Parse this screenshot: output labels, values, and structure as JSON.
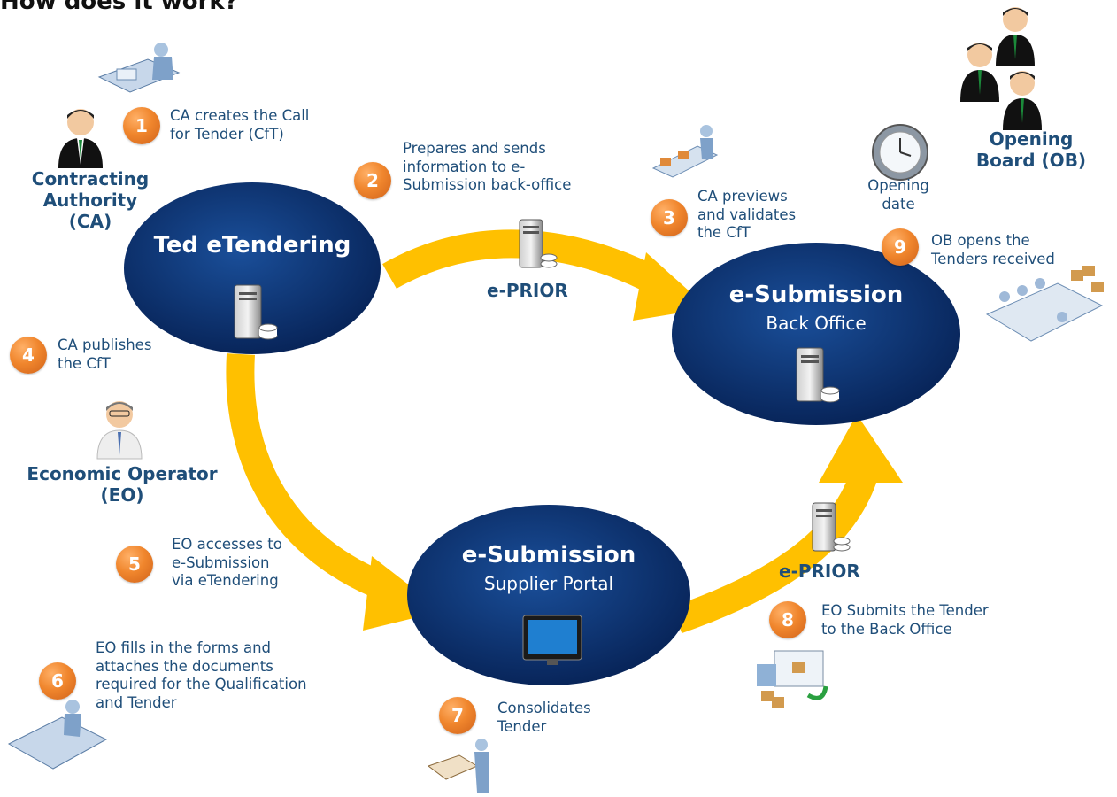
{
  "title": "How does it work?",
  "roles": {
    "ca": "Contracting\nAuthority (CA)",
    "eo": "Economic Operator\n(EO)",
    "ob": "Opening\nBoard (OB)"
  },
  "nodes": {
    "ted": {
      "title": "Ted eTendering"
    },
    "backoffice": {
      "title": "e-Submission",
      "subtitle": "Back Office"
    },
    "supplier": {
      "title": "e-Submission",
      "subtitle": "Supplier Portal"
    }
  },
  "eprior_labels": [
    "e-PRIOR",
    "e-PRIOR"
  ],
  "opening_date": "Opening\ndate",
  "steps": [
    {
      "number": "1",
      "text": "CA creates the Call\nfor Tender (CfT)"
    },
    {
      "number": "2",
      "text": "Prepares and sends\ninformation to e-\nSubmission back-office"
    },
    {
      "number": "3",
      "text": "CA previews\nand validates\nthe CfT"
    },
    {
      "number": "4",
      "text": "CA publishes\nthe CfT"
    },
    {
      "number": "5",
      "text": "EO accesses to\ne-Submission\nvia eTendering"
    },
    {
      "number": "6",
      "text": "EO fills in the forms and\nattaches the documents\nrequired for the Qualification\nand Tender"
    },
    {
      "number": "7",
      "text": "Consolidates\nTender"
    },
    {
      "number": "8",
      "text": "EO Submits the Tender\nto the Back Office"
    },
    {
      "number": "9",
      "text": "OB opens the\nTenders received"
    }
  ],
  "colors": {
    "arrow": "#ffc000",
    "node": "#0b2d6b",
    "badge": "#f0862d",
    "label": "#1f4e79"
  }
}
